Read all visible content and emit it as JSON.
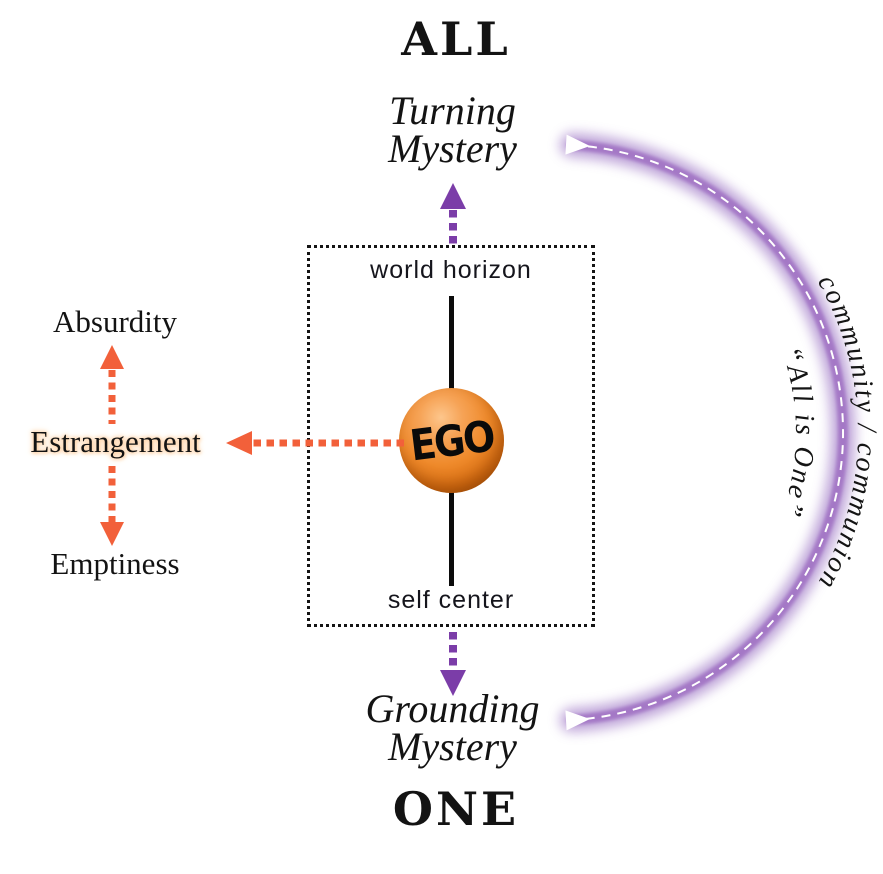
{
  "poles": {
    "top": "ALL",
    "bottom": "ONE"
  },
  "mysteries": {
    "turning": {
      "line1": "Turning",
      "line2": "Mystery"
    },
    "grounding": {
      "line1": "Grounding",
      "line2": "Mystery"
    }
  },
  "ego_box": {
    "top_label": "world horizon",
    "bottom_label": "self center",
    "ego_label": "EGO"
  },
  "left_axis": {
    "top": "Absurdity",
    "middle": "Estrangement",
    "bottom": "Emptiness"
  },
  "arc_labels": {
    "outer": "community / communion",
    "inner": "“All is One”"
  },
  "colors": {
    "purple_arrow": "#7b3da8",
    "arc_core": "#a478c6",
    "arc_glow": "#b394d2",
    "arc_dash": "#ffffff",
    "orange_arrow": "#f2603a",
    "ego_sphere": "#ed8625",
    "text_black": "#141414"
  }
}
